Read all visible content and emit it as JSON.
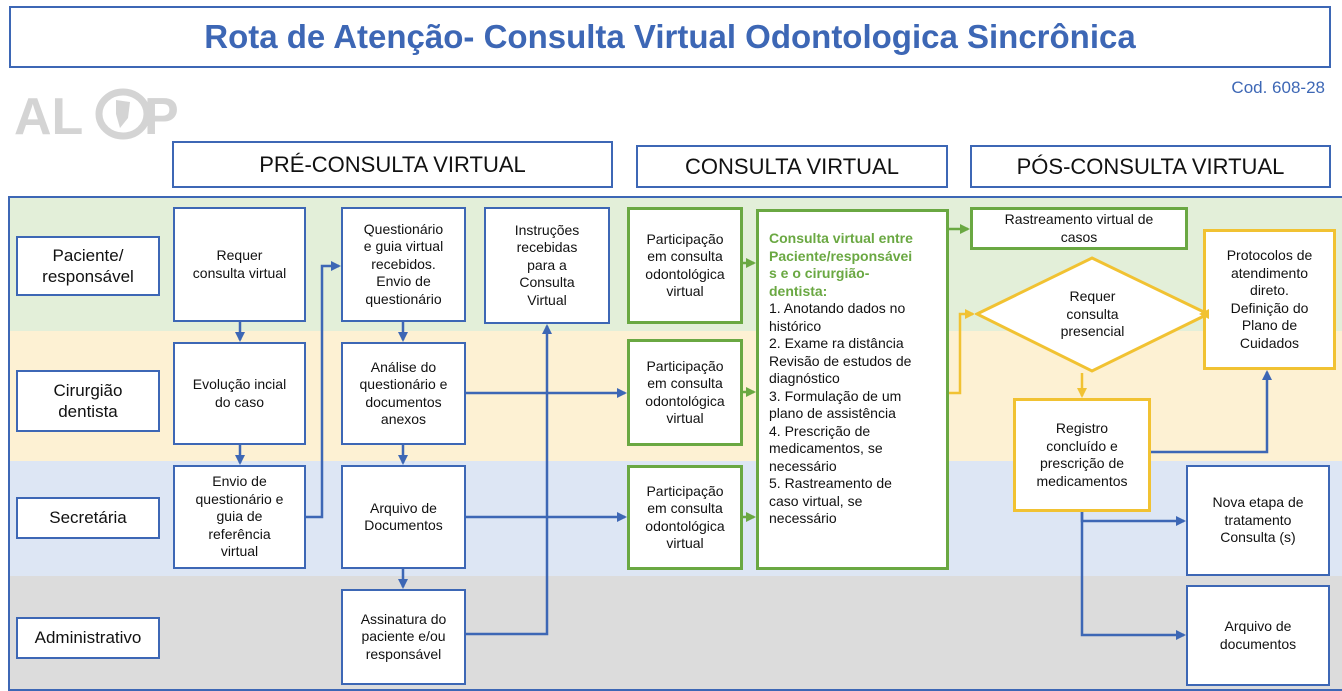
{
  "title": "Rota de Atenção- Consulta Virtual Odontologica Sincrônica",
  "code": "Cod. 608-28",
  "logo_text": "ALOP",
  "phases": {
    "pre": "PRÉ-CONSULTA VIRTUAL",
    "consulta": "CONSULTA VIRTUAL",
    "pos": "PÓS-CONSULTA VIRTUAL"
  },
  "lanes": {
    "paciente": "Paciente/\nresponsável",
    "cirurgiao": "Cirurgião\ndentista",
    "secretaria": "Secretária",
    "administrativo": "Administrativo"
  },
  "boxes": {
    "requer_consulta": "Requer\nconsulta virtual",
    "evolucao": "Evolução incial\ndo caso",
    "envio_questionario": "Envio de\nquestionário e\nguia de\nreferência\nvirtual",
    "questionario_recebidos": "Questionário\ne guia virtual\nrecebidos.\nEnvio de\nquestionário",
    "analise": "Análise do\nquestionário e\ndocumentos\nanexos",
    "arquivo_documentos": "Arquivo de\nDocumentos",
    "assinatura": "Assinatura do\npaciente e/ou\nresponsável",
    "instrucoes": "Instruções\nrecebidas\npara a\nConsulta\nVirtual",
    "participacao_1": "Participação\nem consulta\nodontológica\nvirtual",
    "participacao_2": "Participação\nem consulta\nodontológica\nvirtual",
    "participacao_3": "Participação\nem consulta\nodontológica\nvirtual",
    "consulta_title": "Consulta virtual entre\nPaciente/responsávei\ns e o cirurgião-\ndentista:",
    "consulta_items": "1. Anotando dados no\nhistórico\n2. Exame ra distância\nRevisão de estudos de\ndiagnóstico\n3. Formulação de um\nplano de assistência\n4. Prescrição de\nmedicamentos, se\nnecessário\n5. Rastreamento de\ncaso virtual, se\nnecessário",
    "rastreamento": "Rastreamento virtual de\ncasos",
    "requer_presencial": "Requer\nconsulta\npresencial",
    "protocolos": "Protocolos de\natendimento\ndireto.\nDefinição do\nPlano de\nCuidados",
    "registro": "Registro\nconcluído e\nprescrição de\nmedicamentos",
    "nova_etapa": "Nova etapa de\ntratamento\nConsulta (s)",
    "arquivo_docs_pos": "Arquivo de\ndocumentos"
  },
  "colors": {
    "title": "#3d67b5",
    "blue_border": "#3d67b5",
    "green_border": "#6aa842",
    "yellow_border": "#f1c232",
    "lane_paciente": "#e3efd9",
    "lane_cirurgiao": "#fdf1d3",
    "lane_secretaria": "#dde6f4",
    "lane_administrativo": "#dcdcdc"
  }
}
